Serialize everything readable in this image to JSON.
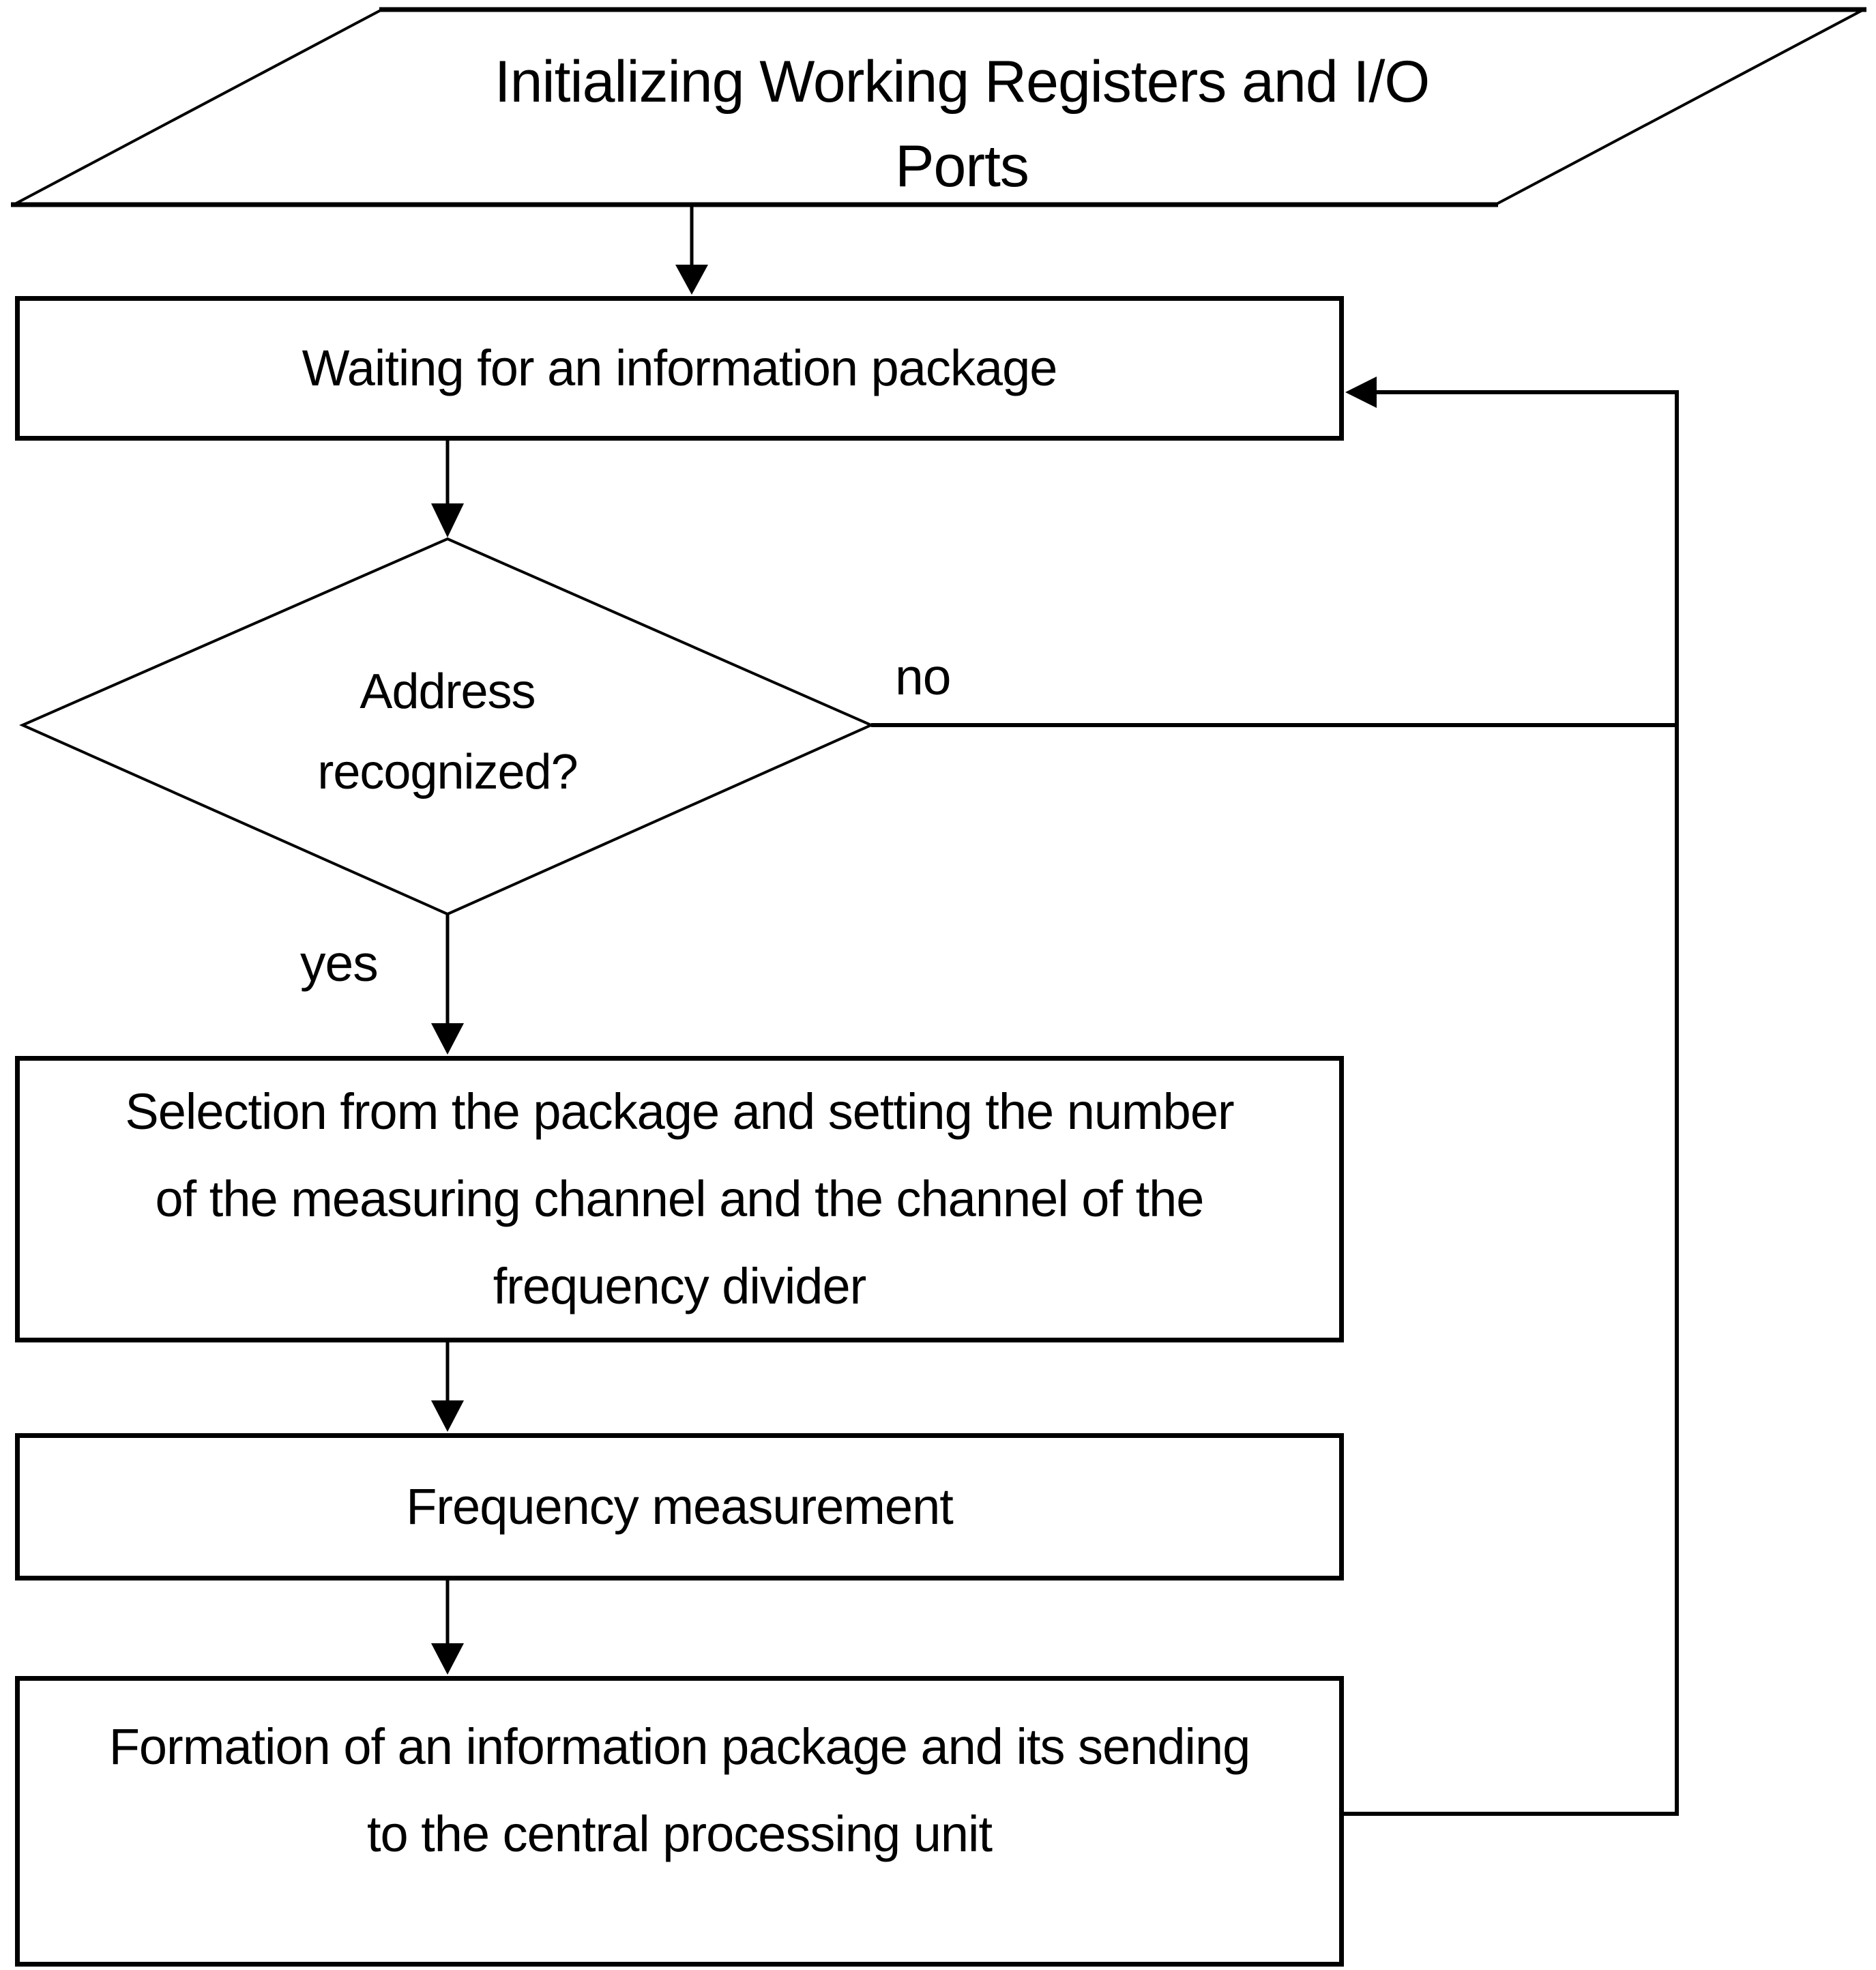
{
  "canvas": {
    "background": "#ffffff",
    "line_color": "#000000",
    "text_color": "#000000"
  },
  "flowchart": {
    "nodes": [
      {
        "id": "init-io-ports",
        "shape": "parallelogram",
        "lines": [
          "Initializing Working Registers and I/O",
          "Ports"
        ]
      },
      {
        "id": "waiting",
        "shape": "rectangle",
        "lines": [
          "Waiting for an information package"
        ]
      },
      {
        "id": "address-recognized",
        "shape": "diamond",
        "lines": [
          "Address",
          "recognized?"
        ]
      },
      {
        "id": "selection",
        "shape": "rectangle",
        "lines": [
          "Selection from the package and setting the number",
          "of the measuring channel and the channel of the",
          "frequency divider"
        ]
      },
      {
        "id": "frequency-measurement",
        "shape": "rectangle",
        "lines": [
          "Frequency measurement"
        ]
      },
      {
        "id": "formation-sending",
        "shape": "rectangle",
        "lines": [
          "Formation of an information package and its sending",
          "to the central processing unit"
        ]
      }
    ],
    "edge_labels": [
      {
        "id": "no",
        "text": "no"
      },
      {
        "id": "yes",
        "text": "yes"
      }
    ]
  }
}
